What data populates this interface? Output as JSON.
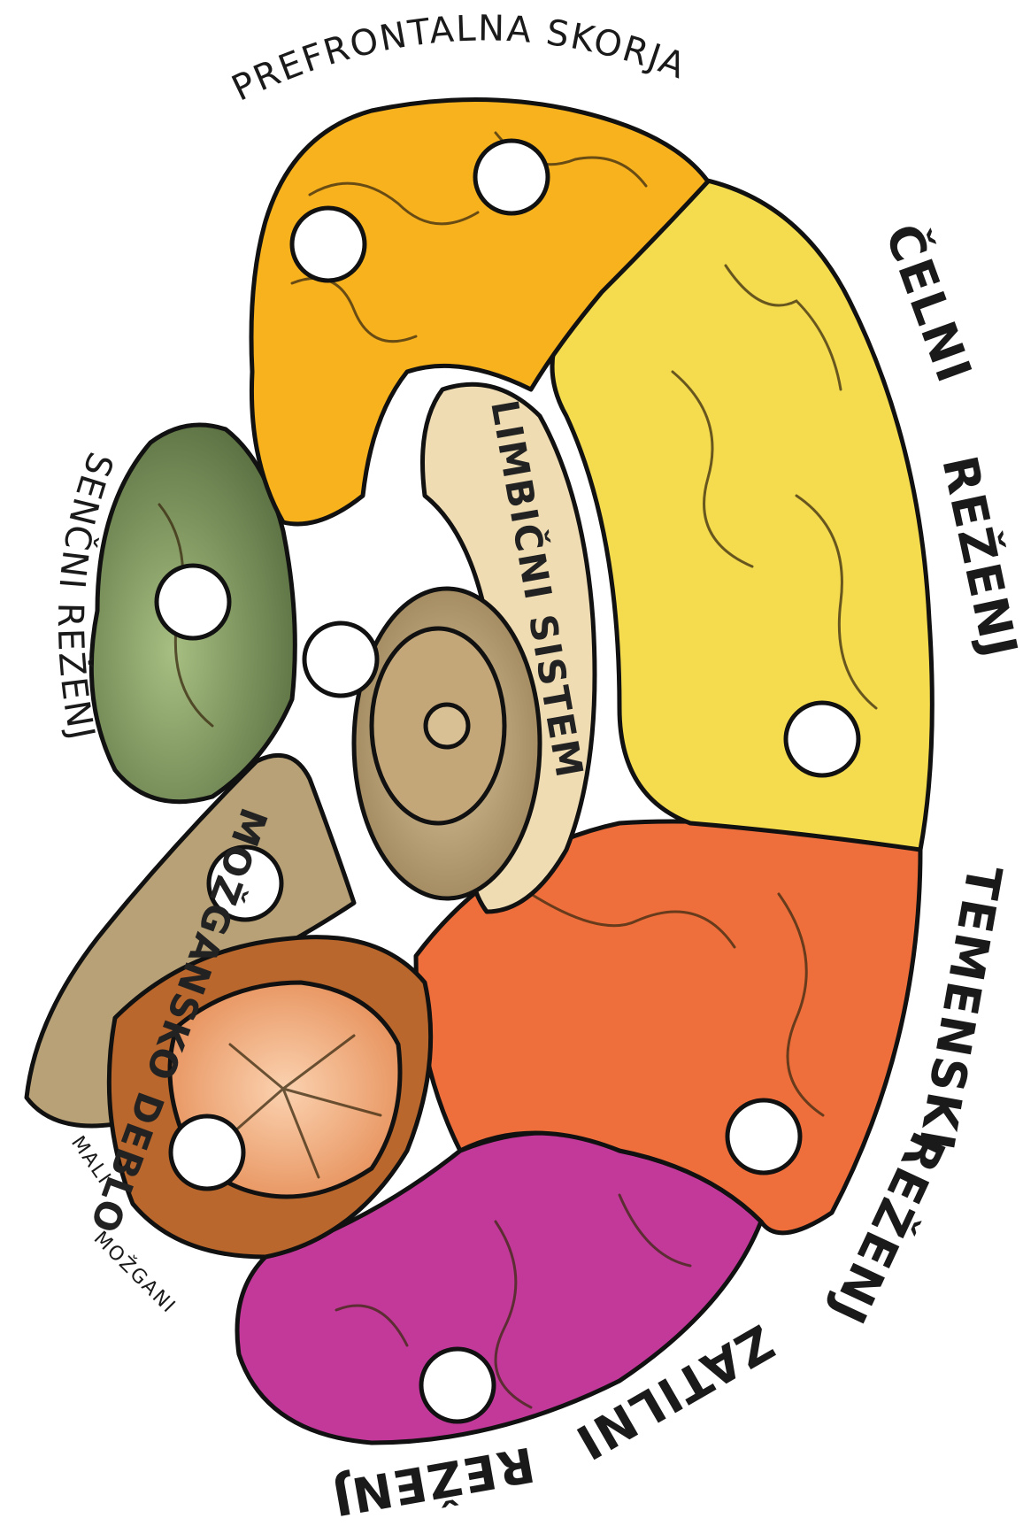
{
  "labels": {
    "prefrontal": "PREFRONTALNA SKORJA",
    "frontal_a": "ČELNI",
    "frontal_b": "REŽENJ",
    "temporal": "SENČNI REŽENJ",
    "limbic": "LIMBIČNI SISTEM",
    "brainstem": "MOŽGANSKO DEBLO",
    "parietal_a": "TEMENSKI",
    "parietal_b": "REŽENJ",
    "cerebellum_a": "MALI",
    "cerebellum_b": "MOŽGANI",
    "occipital_a": "ZATILNI",
    "occipital_b": "REŽENJ"
  },
  "colors": {
    "prefrontal": "#f7b21e",
    "frontal": "#f4dc4e",
    "parietal": "#ef6f3c",
    "occipital": "#c2399a",
    "temporal": "#6f8650",
    "brainstem": "#b8a176",
    "limbic": "#efdcb3",
    "cerebellum": "#f3a878",
    "cerebellum_dark": "#b9672c"
  }
}
